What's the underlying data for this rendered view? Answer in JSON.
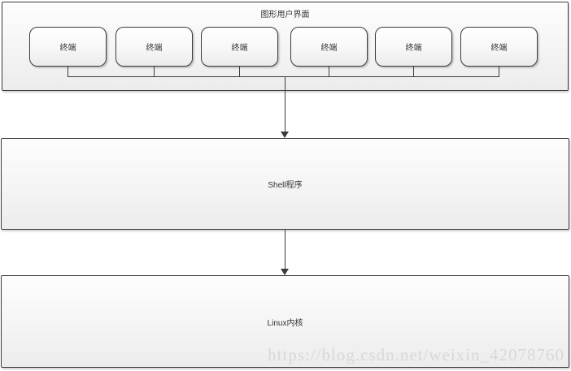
{
  "diagram": {
    "gui_container": {
      "title": "图形用户界面"
    },
    "terminals": [
      {
        "label": "终端"
      },
      {
        "label": "终端"
      },
      {
        "label": "终端"
      },
      {
        "label": "终端"
      },
      {
        "label": "终端"
      },
      {
        "label": "终端"
      }
    ],
    "shell_box": {
      "label": "Shell程序"
    },
    "kernel_box": {
      "label": "Linux内核"
    },
    "connections": {
      "gui_to_shell": "arrow-down",
      "shell_to_kernel": "arrow-down"
    },
    "colors": {
      "border": "#3c3c3c",
      "box_fill_top": "#ffffff",
      "box_fill_bottom": "#ececec",
      "text": "#333333",
      "watermark_text": "#d8d8d8"
    }
  },
  "watermark": {
    "text": "https://blog.csdn.net/weixin_42078760"
  }
}
